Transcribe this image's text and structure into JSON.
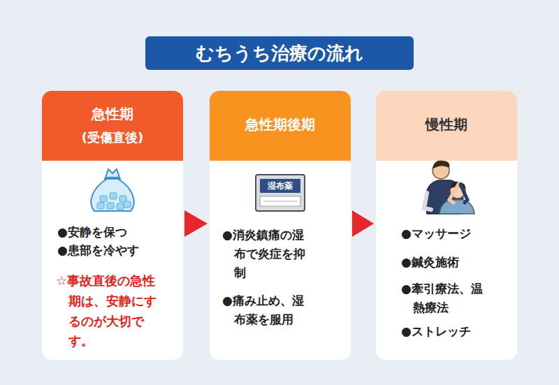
{
  "diagram": {
    "title": "むちうち治療の流れ",
    "nodes": [
      {
        "text": [
          "急性期",
          "(受傷直後)",
          "●安静を保つ",
          "●患部を冷やす",
          "☆事故直後の急性期は、安静にするのが大切です。"
        ]
      },
      {
        "text": [
          "急性期後期",
          "●消炎鎮痛の湿布で炎症を抑制",
          "●痛み止め、湿布薬を服用"
        ]
      },
      {
        "text": [
          "慢性期",
          "●マッサージ",
          "●鍼灸施術",
          "●牽引療法、温熱療法",
          "●ストレッチ"
        ]
      }
    ],
    "edges": [
      {
        "from": 0,
        "to": 1,
        "arrow": "to"
      },
      {
        "from": 1,
        "to": 2,
        "arrow": "to"
      }
    ],
    "labels": [
      "湿布薬"
    ]
  }
}
